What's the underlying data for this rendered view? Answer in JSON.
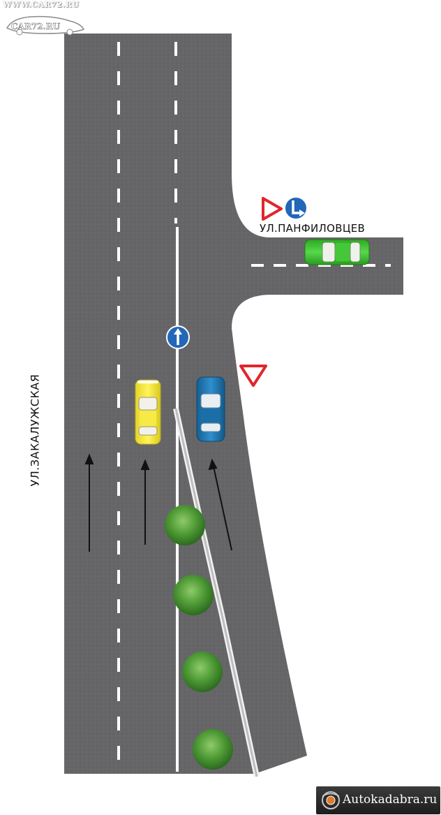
{
  "watermark": {
    "url_text": "WWW.CAR72.RU",
    "logo_text": "CAR72.RU"
  },
  "streets": {
    "main": "УЛ.ЗАКАЛУЖСКАЯ",
    "side": "УЛ.ПАНФИЛОВЦЕВ"
  },
  "brand": {
    "text": "Autokadabra.ru"
  },
  "signs": {
    "yield_color": "#e0262b",
    "info_blue": "#2267b8"
  },
  "vehicles": {
    "yellow": "#f7ea3a",
    "blue": "#1f78b4",
    "green": "#39c22c"
  },
  "road_color": "#646466",
  "marking_color": "#ffffff"
}
